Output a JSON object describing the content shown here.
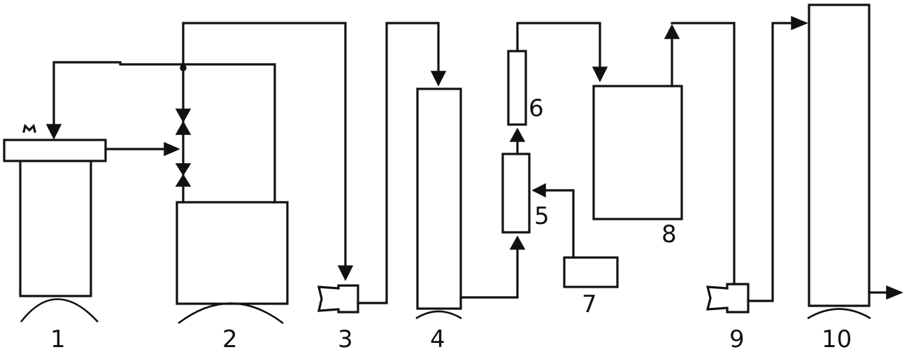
{
  "labels": {
    "n1": "1",
    "n2": "2",
    "n3": "3",
    "n4": "4",
    "n5": "5",
    "n6": "6",
    "n7": "7",
    "n8": "8",
    "n9": "9",
    "n10": "10"
  },
  "colors": {
    "stroke": "#111111",
    "background": "#ffffff"
  }
}
